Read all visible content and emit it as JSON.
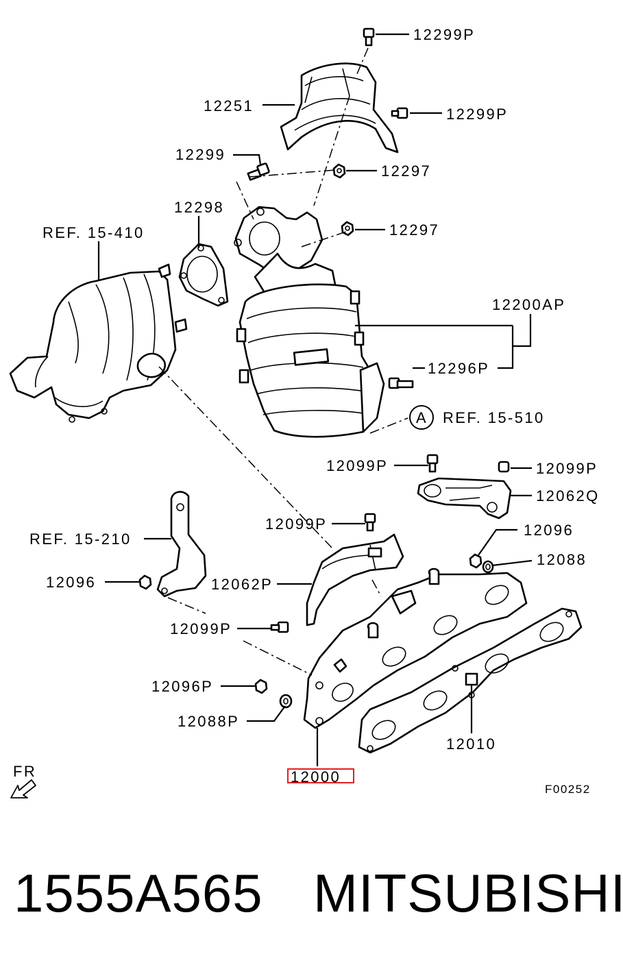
{
  "diagram": {
    "labels": {
      "c_12299p_top": "12299P",
      "c_12251": "12251",
      "c_12299p_mid": "12299P",
      "c_12299": "12299",
      "c_12297_a": "12297",
      "c_12298": "12298",
      "c_12297_b": "12297",
      "ref_15_410": "REF. 15-410",
      "c_12200ap": "12200AP",
      "c_12296p": "12296P",
      "circle_a": "A",
      "ref_15_510": "REF. 15-510",
      "c_12099p_a": "12099P",
      "c_12099p_b": "12099P",
      "c_12062q": "12062Q",
      "c_12099p_c": "12099P",
      "ref_15_210": "REF. 15-210",
      "c_12096_a": "12096",
      "c_12088_a": "12088",
      "c_12096_b": "12096",
      "c_12062p": "12062P",
      "c_12099p_d": "12099P",
      "c_12096p": "12096P",
      "c_12088p": "12088P",
      "c_12010": "12010",
      "c_12000": "12000",
      "fr": "FR",
      "figure_code": "F00252"
    }
  },
  "caption": {
    "part_number": "1555A565",
    "maker": "MITSUBISHI"
  },
  "colors": {
    "highlight": "#e02020",
    "ink": "#000000"
  }
}
